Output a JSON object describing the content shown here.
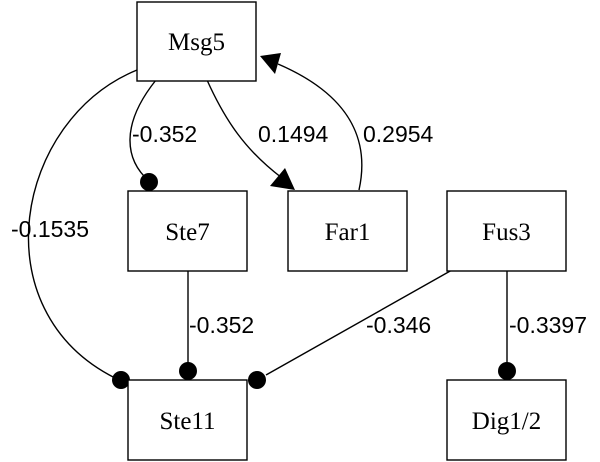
{
  "nodes": {
    "msg5": "Msg5",
    "ste7": "Ste7",
    "far1": "Far1",
    "fus3": "Fus3",
    "ste11": "Ste11",
    "dig12": "Dig1/2"
  },
  "edges": {
    "msg5_ste7": {
      "label": "-0.352",
      "head": "dot"
    },
    "msg5_far1": {
      "label": "0.1494",
      "head": "arrow"
    },
    "far1_msg5": {
      "label": "0.2954",
      "head": "arrow"
    },
    "msg5_ste11": {
      "label": "-0.1535",
      "head": "dot"
    },
    "ste7_ste11": {
      "label": "-0.352",
      "head": "dot"
    },
    "fus3_ste11": {
      "label": "-0.346",
      "head": "dot"
    },
    "fus3_dig12": {
      "label": "-0.3397",
      "head": "dot"
    }
  },
  "colors": {
    "stroke": "#000000",
    "fill": "#ffffff"
  }
}
